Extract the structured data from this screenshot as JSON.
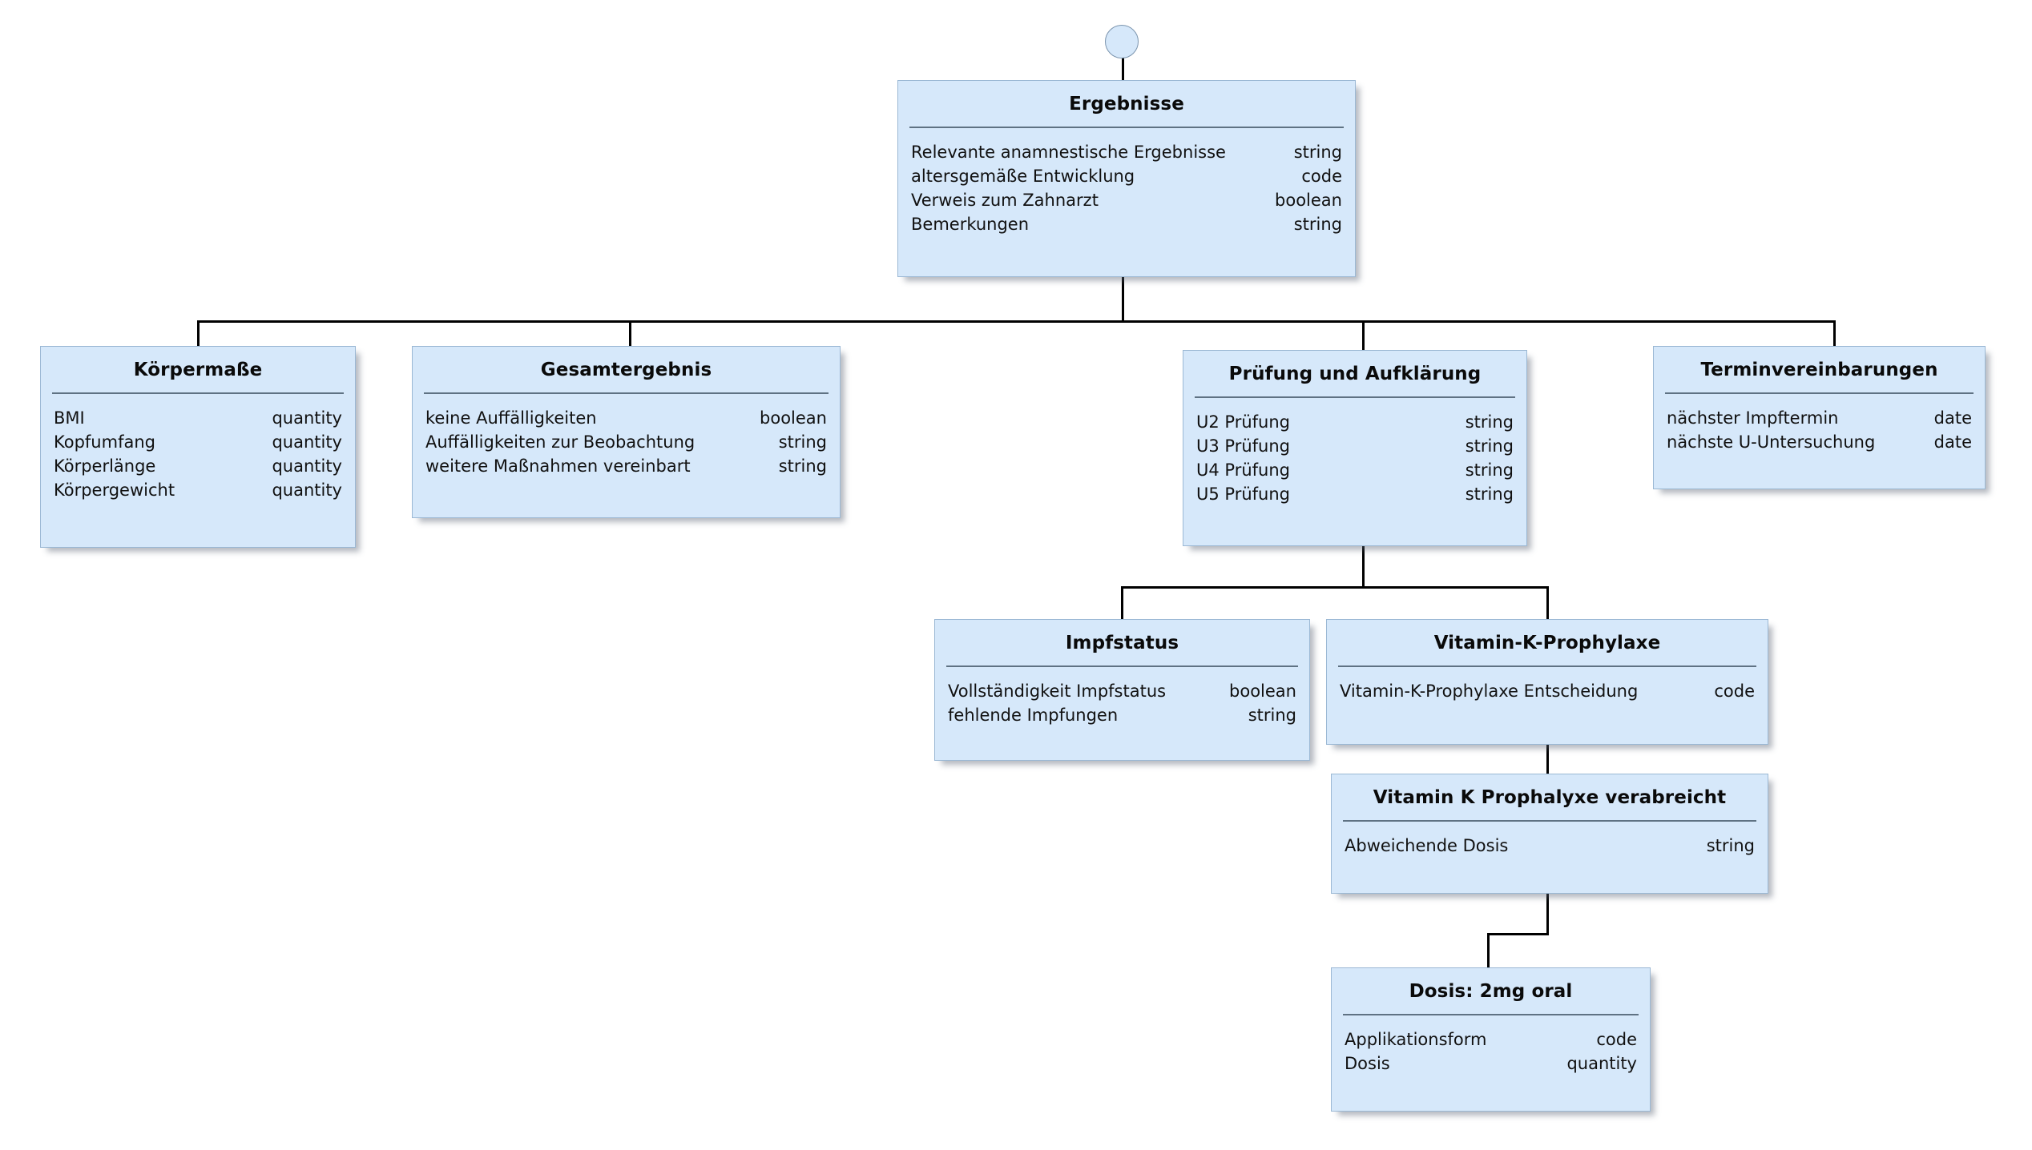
{
  "diagram": {
    "type": "uml-class-hierarchy",
    "language": "de",
    "colors": {
      "box_fill": "#d6e8fa",
      "box_border": "#9bb8d4",
      "divider": "#5f7283",
      "connector": "#000000",
      "text": "#111111",
      "background": "#ffffff"
    },
    "root_marker": "start-circle"
  },
  "nodes": {
    "ergebnisse": {
      "title": "Ergebnisse",
      "attributes": [
        {
          "name": "Relevante anamnestische Ergebnisse",
          "type": "string"
        },
        {
          "name": "altersgemäße Entwicklung",
          "type": "code"
        },
        {
          "name": "Verweis zum Zahnarzt",
          "type": "boolean"
        },
        {
          "name": "Bemerkungen",
          "type": "string"
        }
      ]
    },
    "koerpermasse": {
      "title": "Körpermaße",
      "attributes": [
        {
          "name": "BMI",
          "type": "quantity"
        },
        {
          "name": "Kopfumfang",
          "type": "quantity"
        },
        {
          "name": "Körperlänge",
          "type": "quantity"
        },
        {
          "name": "Körpergewicht",
          "type": "quantity"
        }
      ]
    },
    "gesamtergebnis": {
      "title": "Gesamtergebnis",
      "attributes": [
        {
          "name": "keine Auffälligkeiten",
          "type": "boolean"
        },
        {
          "name": "Auffälligkeiten zur Beobachtung",
          "type": "string"
        },
        {
          "name": "weitere Maßnahmen vereinbart",
          "type": "string"
        }
      ]
    },
    "pruefung": {
      "title": "Prüfung und Aufklärung",
      "attributes": [
        {
          "name": "U2 Prüfung",
          "type": "string"
        },
        {
          "name": "U3 Prüfung",
          "type": "string"
        },
        {
          "name": "U4 Prüfung",
          "type": "string"
        },
        {
          "name": "U5 Prüfung",
          "type": "string"
        }
      ]
    },
    "termine": {
      "title": "Terminvereinbarungen",
      "attributes": [
        {
          "name": "nächster Impftermin",
          "type": "date"
        },
        {
          "name": "nächste U-Untersuchung",
          "type": "date"
        }
      ]
    },
    "impfstatus": {
      "title": "Impfstatus",
      "attributes": [
        {
          "name": "Vollständigkeit Impfstatus",
          "type": "boolean"
        },
        {
          "name": "fehlende Impfungen",
          "type": "string"
        }
      ]
    },
    "vitamin_k_prophylaxe": {
      "title": "Vitamin-K-Prophylaxe",
      "attributes": [
        {
          "name": "Vitamin-K-Prophylaxe Entscheidung",
          "type": "code"
        }
      ]
    },
    "vitamin_k_verabreicht": {
      "title": "Vitamin K Prophalyxe verabreicht",
      "attributes": [
        {
          "name": "Abweichende Dosis",
          "type": "string"
        }
      ]
    },
    "dosis": {
      "title": "Dosis: 2mg oral",
      "attributes": [
        {
          "name": "Applikationsform",
          "type": "code"
        },
        {
          "name": "Dosis",
          "type": "quantity"
        }
      ]
    }
  }
}
